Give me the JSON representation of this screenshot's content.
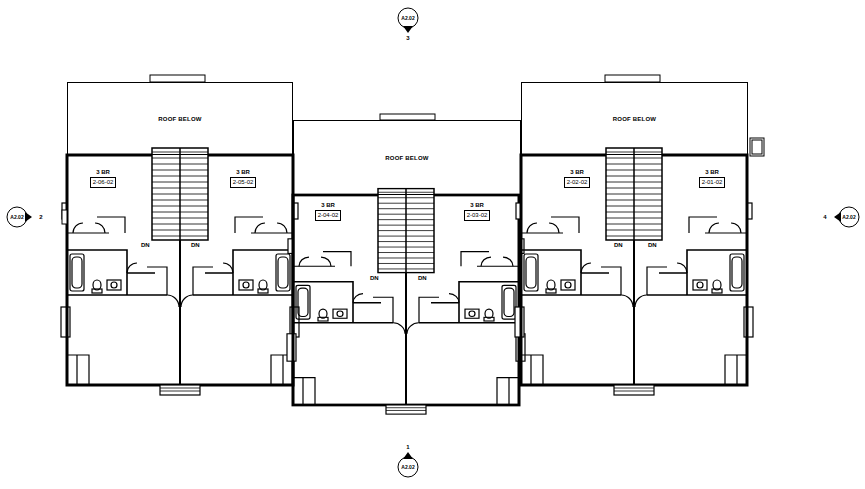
{
  "diagram": {
    "nodes": [
      {
        "text": [
          "A2.02",
          "3"
        ]
      },
      {
        "text": [
          "ROOF BELOW"
        ]
      },
      {
        "text": [
          "ROOF BELOW"
        ]
      },
      {
        "text": [
          "ROOF BELOW"
        ]
      },
      {
        "text": [
          "A2.02",
          "2"
        ]
      },
      {
        "text": [
          "3 BR",
          "2-06-02"
        ]
      },
      {
        "text": [
          "3 BR",
          "2-05-02"
        ]
      },
      {
        "text": [
          "3 BR",
          "2-04-02"
        ]
      },
      {
        "text": [
          "3 BR",
          "2-03-02"
        ]
      },
      {
        "text": [
          "3 BR",
          "2-02-02"
        ]
      },
      {
        "text": [
          "3 BR",
          "2-01-02"
        ]
      },
      {
        "text": [
          "A2.02",
          "4"
        ]
      },
      {
        "text": [
          "A2.02",
          "1"
        ]
      }
    ],
    "labels": [
      "DN",
      "DN",
      "DN",
      "DN",
      "DN",
      "DN"
    ]
  }
}
